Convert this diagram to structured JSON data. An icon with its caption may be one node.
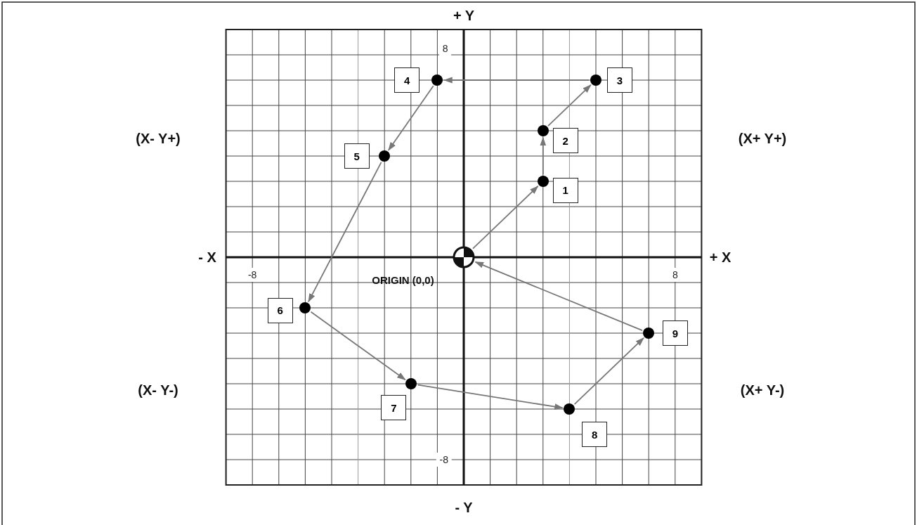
{
  "diagram": {
    "nodes": [
      {
        "text": [],
        "shape": "circle",
        "beside": [
          "ORIGIN (0,0)"
        ]
      },
      {
        "text": [],
        "shape": "circle",
        "beside": [
          "1"
        ]
      },
      {
        "text": [],
        "shape": "circle",
        "beside": [
          "2"
        ]
      },
      {
        "text": [],
        "shape": "circle",
        "beside": [
          "3"
        ]
      },
      {
        "text": [],
        "shape": "circle",
        "beside": [
          "4"
        ]
      },
      {
        "text": [],
        "shape": "circle",
        "beside": [
          "5"
        ]
      },
      {
        "text": [],
        "shape": "circle",
        "beside": [
          "6"
        ]
      },
      {
        "text": [],
        "shape": "circle",
        "beside": [
          "7"
        ]
      },
      {
        "text": [],
        "shape": "circle",
        "beside": [
          "8"
        ]
      },
      {
        "text": [],
        "shape": "circle",
        "beside": [
          "9"
        ]
      }
    ],
    "edges": [
      {
        "from": 0,
        "to": 1,
        "arrow": "to"
      },
      {
        "from": 1,
        "to": 2,
        "arrow": "to"
      },
      {
        "from": 2,
        "to": 3,
        "arrow": "to"
      },
      {
        "from": 3,
        "to": 4,
        "arrow": "to"
      },
      {
        "from": 4,
        "to": 5,
        "arrow": "to"
      },
      {
        "from": 5,
        "to": 6,
        "arrow": "to"
      },
      {
        "from": 6,
        "to": 7,
        "arrow": "to"
      },
      {
        "from": 7,
        "to": 8,
        "arrow": "to"
      },
      {
        "from": 8,
        "to": 9,
        "arrow": "to"
      },
      {
        "from": 9,
        "to": 0,
        "arrow": "to"
      }
    ],
    "labels": [
      "+ Y",
      "8",
      "(X- Y+)",
      "(X+ Y+)",
      "- X",
      "+ X",
      "-8",
      "8",
      "(X- Y-)",
      "(X+ Y-)",
      "-8",
      "- Y"
    ]
  }
}
